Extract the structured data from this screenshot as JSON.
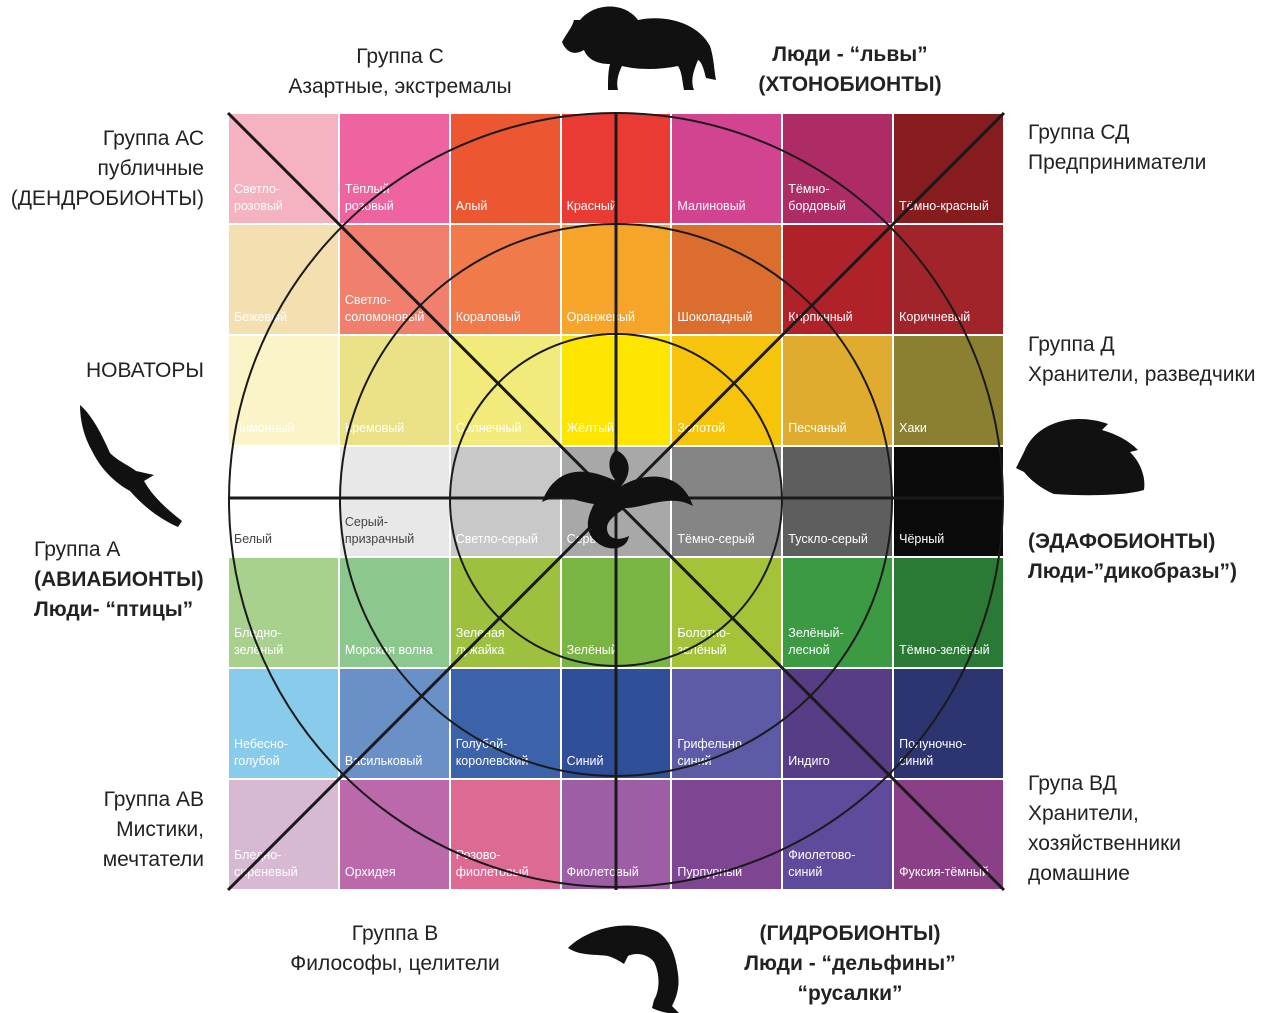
{
  "groups": {
    "c_title": "Группа С",
    "c_sub": "Азартные, экстремалы",
    "lions_1": "Люди - “львы”",
    "lions_2": "(ХТОНОБИОНТЫ)",
    "ac_1": "Группа АС",
    "ac_2": "публичные",
    "ac_3": "(ДЕНДРОБИОНТЫ)",
    "cd_1": "Группа СД",
    "cd_2": "Предприниматели",
    "innovators": "НОВАТОРЫ",
    "d_1": "Группа Д",
    "d_2": "Хранители, разведчики",
    "a_1": "Группа А",
    "a_2": "(АВИАБИОНТЫ)",
    "a_3": "Люди- “птицы”",
    "ed_1": "(ЭДАФОБИОНТЫ)",
    "ed_2": "Люди-”дикобразы”)",
    "ab_1": "Группа АВ",
    "ab_2": "Мистики,",
    "ab_3": "мечтатели",
    "vd_1": "Група ВД",
    "vd_2": "Хранители,",
    "vd_3": "хозяйственники",
    "vd_4": "домашние",
    "b_1": "Группа В",
    "b_2": "Философы, целители",
    "hydro_1": "(ГИДРОБИОНТЫ)",
    "hydro_2": "Люди - “дельфины”",
    "hydro_3": "“русалки”"
  },
  "cells": [
    [
      [
        "Светло-\nрозовый",
        "#f5b2c1"
      ],
      [
        "Тёплый\nрозовый",
        "#ee64a0"
      ],
      [
        "Алый",
        "#ec5630"
      ],
      [
        "Красный",
        "#e93b33"
      ],
      [
        "Малиновый",
        "#d2448f"
      ],
      [
        "Тёмно-\nбордовый",
        "#ad2c65"
      ],
      [
        "Тёмно-красный",
        "#861c1d"
      ]
    ],
    [
      [
        "Бежевый",
        "#f4dfb0"
      ],
      [
        "Светло-\nсоломоновый",
        "#f07f6d"
      ],
      [
        "Кораловый",
        "#f07a4a"
      ],
      [
        "Оранжевый",
        "#f6a52a"
      ],
      [
        "Шоколадный",
        "#db6d2f"
      ],
      [
        "Кирпичный",
        "#b0222a"
      ],
      [
        "Коричневый",
        "#a0242a"
      ]
    ],
    [
      [
        "Лимонный",
        "#fbf4c8"
      ],
      [
        "Кремовый",
        "#ebe287"
      ],
      [
        "Солнечный",
        "#f3ea7c"
      ],
      [
        "Жёлтый",
        "#fde500"
      ],
      [
        "Золотой",
        "#f6c40c"
      ],
      [
        "Песчаный",
        "#dfac2f"
      ],
      [
        "Хаки",
        "#8b8032"
      ]
    ],
    [
      [
        "Белый",
        "#ffffff"
      ],
      [
        "Серый-\nпризрачный",
        "#e8e8e8"
      ],
      [
        "Светло-серый",
        "#c8c8c8"
      ],
      [
        "Серый",
        "#a8a8a8"
      ],
      [
        "Тёмно-серый",
        "#858585"
      ],
      [
        "Тускло-серый",
        "#5e5e5e"
      ],
      [
        "Чёрный",
        "#0a0a0a"
      ]
    ],
    [
      [
        "Бледно-\nзелёный",
        "#a9d18e"
      ],
      [
        "Морская волна",
        "#8cc78e"
      ],
      [
        "Зеленая\nлужайка",
        "#9dc13e"
      ],
      [
        "Зелёный",
        "#7ab543"
      ],
      [
        "Болотно-\nзелёный",
        "#a5c339"
      ],
      [
        "Зелёный-\nлесной",
        "#3b9a42"
      ],
      [
        "Тёмно-зелёный",
        "#2a7a35"
      ]
    ],
    [
      [
        "Небесно-\nголубой",
        "#88cbea"
      ],
      [
        "Васильковый",
        "#6a90c8"
      ],
      [
        "Голубой-\nкоролевский",
        "#3c63aa"
      ],
      [
        "Синий",
        "#2f4f9b"
      ],
      [
        "Грифельно-\nсиний",
        "#5d5ba5"
      ],
      [
        "Индиго",
        "#563d86"
      ],
      [
        "Полуночно-\nсиний",
        "#2c3570"
      ]
    ],
    [
      [
        "Бледно-\nсиреневый",
        "#d7b9d4"
      ],
      [
        "Орхидея",
        "#bc69ac"
      ],
      [
        "Розово-\nфиолетовый",
        "#dd6a93"
      ],
      [
        "Фиолетовый",
        "#9e5ea5"
      ],
      [
        "Пурпурный",
        "#7d4592"
      ],
      [
        "Фиолетово-\nсиний",
        "#5f4b9c"
      ],
      [
        "Фуксия-тёмный",
        "#8a3f86"
      ]
    ]
  ]
}
